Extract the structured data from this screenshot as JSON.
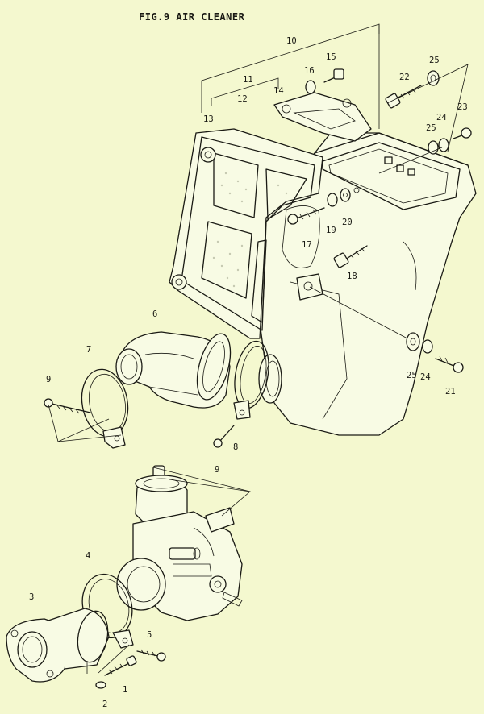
{
  "figure": {
    "title": "FIG.9  AIR CLEANER"
  },
  "parts": [
    {
      "id": "p1",
      "label": "1"
    },
    {
      "id": "p2",
      "label": "2"
    },
    {
      "id": "p3",
      "label": "3"
    },
    {
      "id": "p4",
      "label": "4"
    },
    {
      "id": "p5",
      "label": "5"
    },
    {
      "id": "p6",
      "label": "6"
    },
    {
      "id": "p7",
      "label": "7"
    },
    {
      "id": "p8",
      "label": "8"
    },
    {
      "id": "p9a",
      "label": "9"
    },
    {
      "id": "p9b",
      "label": "9"
    },
    {
      "id": "p10",
      "label": "10"
    },
    {
      "id": "p11",
      "label": "11"
    },
    {
      "id": "p12",
      "label": "12"
    },
    {
      "id": "p13",
      "label": "13"
    },
    {
      "id": "p14",
      "label": "14"
    },
    {
      "id": "p15",
      "label": "15"
    },
    {
      "id": "p16",
      "label": "16"
    },
    {
      "id": "p17",
      "label": "17"
    },
    {
      "id": "p18",
      "label": "18"
    },
    {
      "id": "p19",
      "label": "19"
    },
    {
      "id": "p20",
      "label": "20"
    },
    {
      "id": "p21",
      "label": "21"
    },
    {
      "id": "p22",
      "label": "22"
    },
    {
      "id": "p23",
      "label": "23"
    },
    {
      "id": "p24a",
      "label": "24"
    },
    {
      "id": "p24b",
      "label": "24"
    },
    {
      "id": "p25a",
      "label": "25"
    },
    {
      "id": "p25b",
      "label": "25"
    },
    {
      "id": "p25c",
      "label": "25"
    }
  ]
}
